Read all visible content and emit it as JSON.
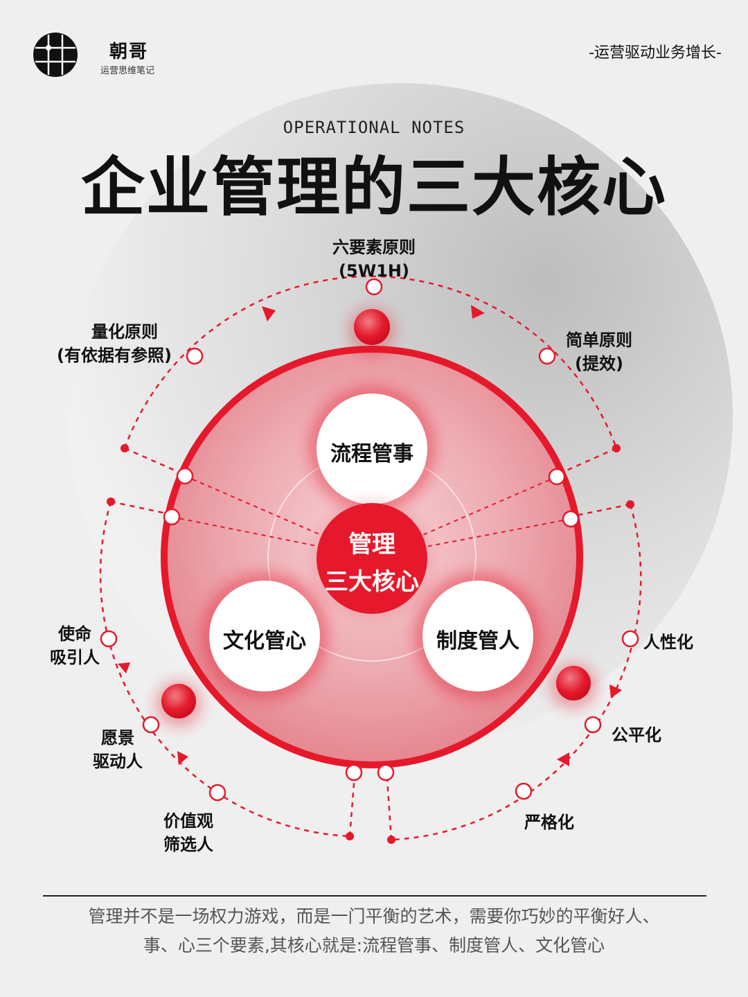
{
  "brand": {
    "name": "朝哥",
    "subtitle": "运营思维笔记",
    "logo_icon": "grid-circle-logo"
  },
  "tagline": "-运营驱动业务增长-",
  "over_title": "OPERATIONAL NOTES",
  "title": "企业管理的三大核心",
  "core": {
    "line1": "管理",
    "line2": "三大核心"
  },
  "nodes": {
    "process": "流程管事",
    "system": "制度管人",
    "culture": "文化管心"
  },
  "process_principles": {
    "top": {
      "line1": "六要素原则",
      "line2": "(5W1H)"
    },
    "left": {
      "line1": "量化原则",
      "line2": "(有依据有参照)"
    },
    "right": {
      "line1": "简单原则",
      "line2": "(提效)"
    }
  },
  "culture_items": {
    "mission": {
      "line1": "使命",
      "line2": "吸引人"
    },
    "vision": {
      "line1": "愿景",
      "line2": "驱动人"
    },
    "values": {
      "line1": "价值观",
      "line2": "筛选人"
    }
  },
  "system_items": {
    "humanized": "人性化",
    "fair": "公平化",
    "strict": "严格化"
  },
  "footer": {
    "line1": "管理并不是一场权力游戏，而是一门平衡的艺术，需要你巧妙的平衡好人、",
    "line2": "事、心三个要素,其核心就是:流程管事、制度管人、文化管心"
  },
  "colors": {
    "accent": "#e5192b",
    "ring_fill": "#e8a0a6",
    "background": "#efefef"
  }
}
